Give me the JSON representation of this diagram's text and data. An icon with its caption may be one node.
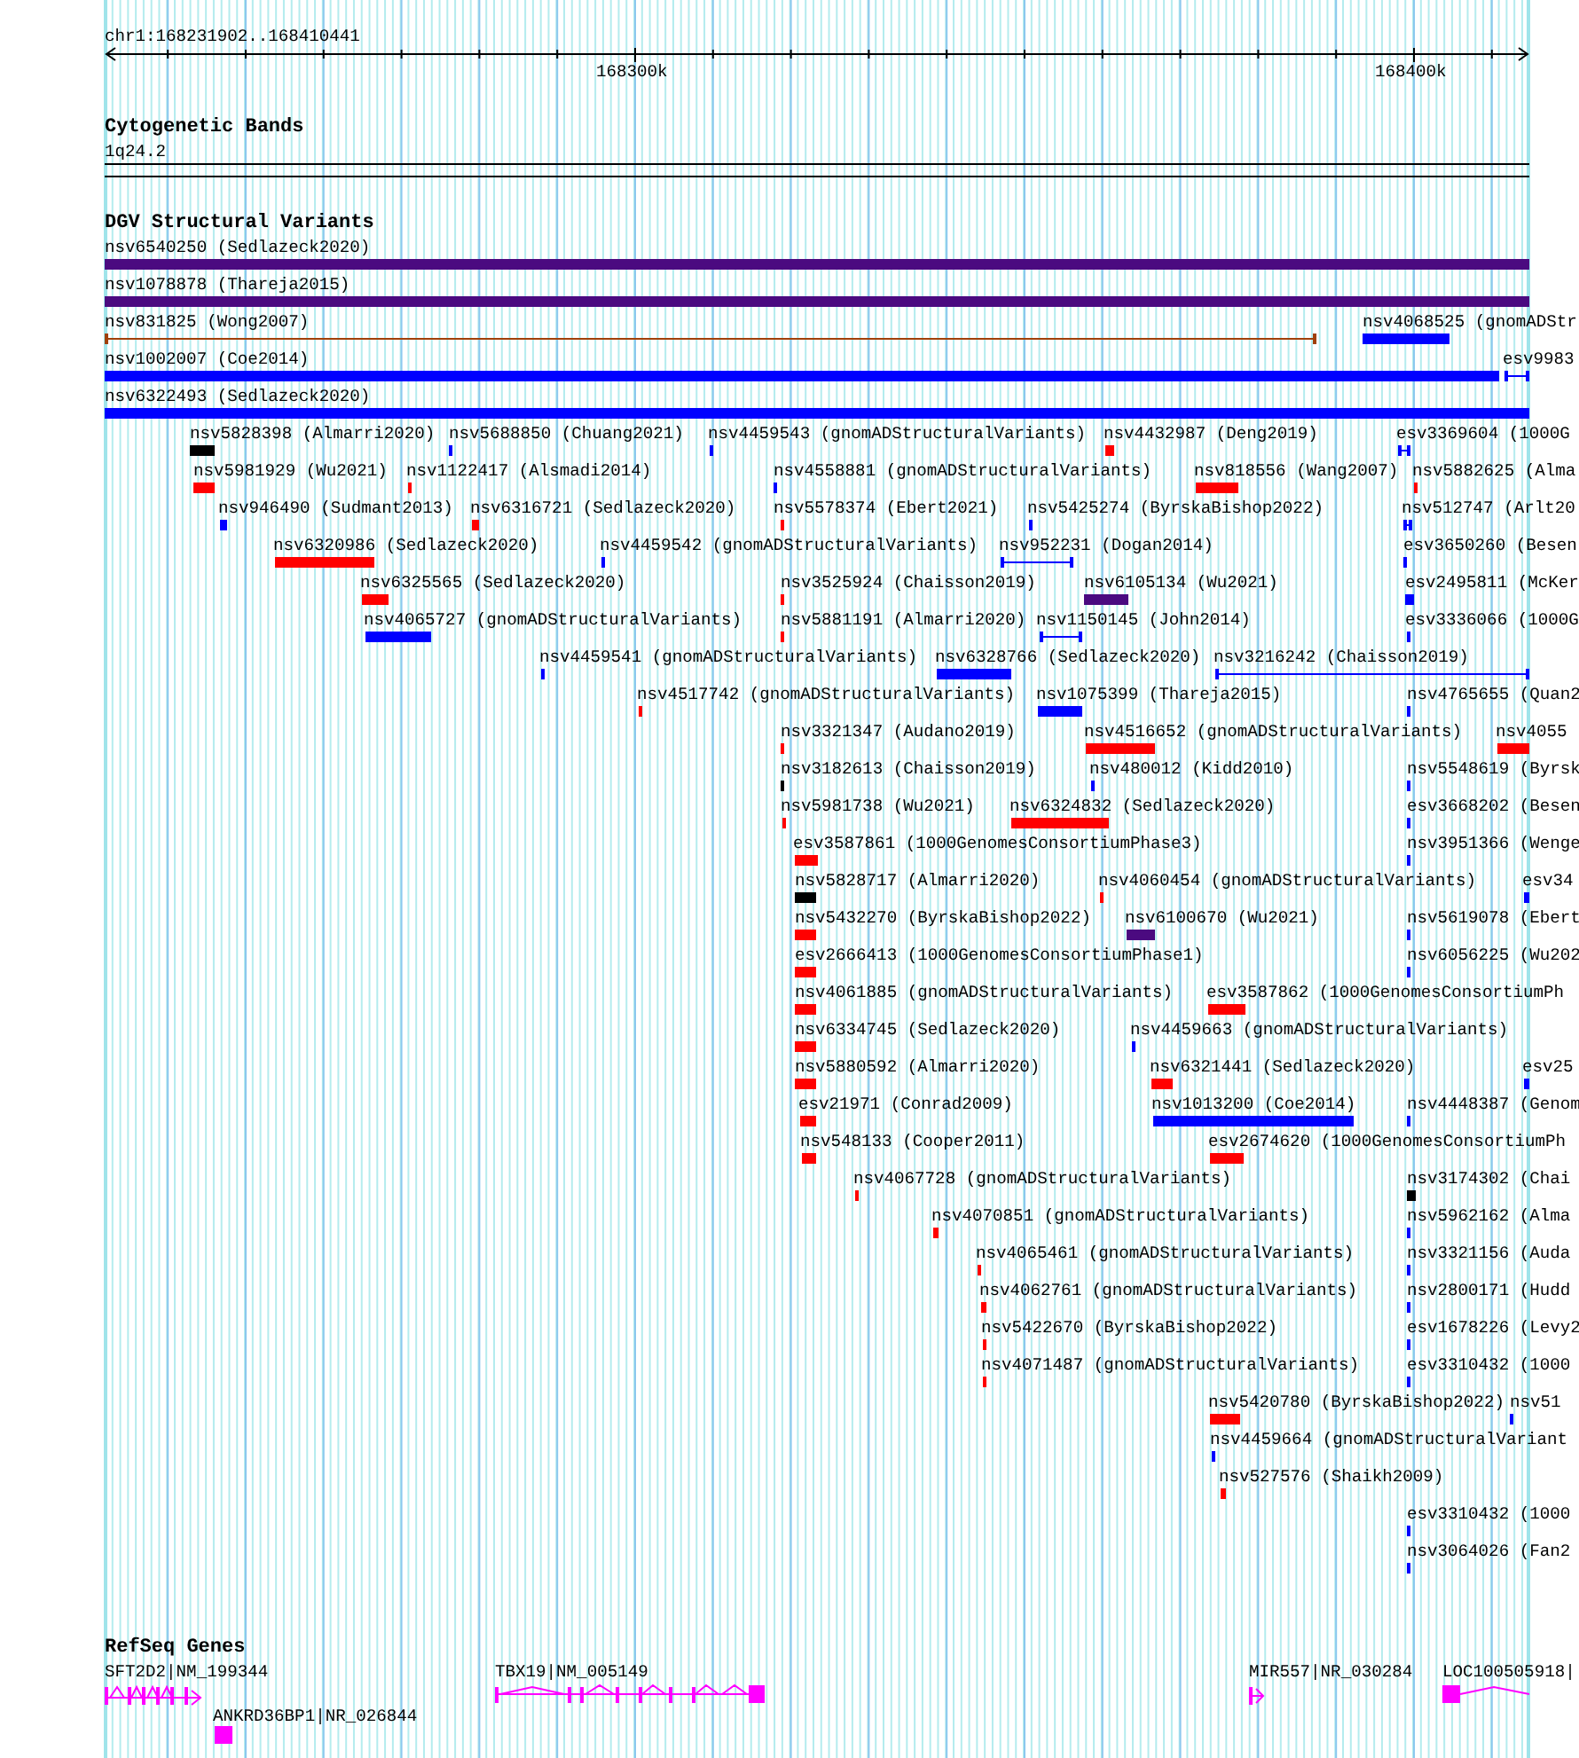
{
  "diagram": {
    "labels": [
      "chr1:168231902..168410441",
      "168300k",
      "168400k",
      "Cytogenetic Bands",
      "1q24.2",
      "DGV Structural Variants",
      "nsv6540250 (Sedlazeck2020)",
      "nsv1078878 (Thareja2015)",
      "nsv831825 (Wong2007)",
      "nsv4068525 (gnomADStr",
      "nsv1002007 (Coe2014)",
      "esv9983",
      "nsv6322493 (Sedlazeck2020)",
      "nsv5828398 (Almarri2020)",
      "nsv5688850 (Chuang2021)",
      "nsv4459543 (gnomADStructuralVariants)",
      "nsv4432987 (Deng2019)",
      "esv3369604 (1000G",
      "nsv5981929 (Wu2021)",
      "nsv1122417 (Alsmadi2014)",
      "nsv4558881 (gnomADStructuralVariants)",
      "nsv818556 (Wang2007)",
      "nsv5882625 (Alma",
      "nsv946490 (Sudmant2013)",
      "nsv6316721 (Sedlazeck2020)",
      "nsv5578374 (Ebert2021)",
      "nsv5425274 (ByrskaBishop2022)",
      "nsv512747 (Arlt20",
      "nsv6320986 (Sedlazeck2020)",
      "nsv4459542 (gnomADStructuralVariants)",
      "nsv952231 (Dogan2014)",
      "esv3650260 (Besen",
      "nsv6325565 (Sedlazeck2020)",
      "nsv3525924 (Chaisson2019)",
      "nsv6105134 (Wu2021)",
      "esv2495811 (McKer",
      "nsv4065727 (gnomADStructuralVariants)",
      "nsv5881191 (Almarri2020)",
      "nsv1150145 (John2014)",
      "esv3336066 (1000G",
      "nsv4459541 (gnomADStructuralVariants)",
      "nsv6328766 (Sedlazeck2020)",
      "nsv3216242 (Chaisson2019)",
      "nsv4517742 (gnomADStructuralVariants)",
      "nsv1075399 (Thareja2015)",
      "nsv4765655 (Quan2",
      "nsv3321347 (Audano2019)",
      "nsv4516652 (gnomADStructuralVariants)",
      "nsv4055",
      "nsv3182613 (Chaisson2019)",
      "nsv480012 (Kidd2010)",
      "nsv5548619 (Byrsk",
      "nsv5981738 (Wu2021)",
      "nsv6324832 (Sedlazeck2020)",
      "esv3668202 (Besen",
      "esv3587861 (1000GenomesConsortiumPhase3)",
      "nsv3951366 (Wenge",
      "nsv5828717 (Almarri2020)",
      "nsv4060454 (gnomADStructuralVariants)",
      "esv34",
      "nsv5432270 (ByrskaBishop2022)",
      "nsv6100670 (Wu2021)",
      "nsv5619078 (Ebert",
      "esv2666413 (1000GenomesConsortiumPhase1)",
      "nsv6056225 (Wu202",
      "nsv4061885 (gnomADStructuralVariants)",
      "esv3587862 (1000GenomesConsortiumPh",
      "nsv6334745 (Sedlazeck2020)",
      "nsv4459663 (gnomADStructuralVariants)",
      "nsv5880592 (Almarri2020)",
      "nsv6321441 (Sedlazeck2020)",
      "esv25",
      "esv21971 (Conrad2009)",
      "nsv1013200 (Coe2014)",
      "nsv4448387 (Genom",
      "nsv548133 (Cooper2011)",
      "esv2674620 (1000GenomesConsortiumPh",
      "nsv4067728 (gnomADStructuralVariants)",
      "nsv3174302 (Chai",
      "nsv4070851 (gnomADStructuralVariants)",
      "nsv5962162 (Alma",
      "nsv4065461 (gnomADStructuralVariants)",
      "nsv3321156 (Auda",
      "nsv4062761 (gnomADStructuralVariants)",
      "nsv2800171 (Hudd",
      "nsv5422670 (ByrskaBishop2022)",
      "esv1678226 (Levy2",
      "nsv4071487 (gnomADStructuralVariants)",
      "esv3310432 (1000",
      "nsv5420780 (ByrskaBishop2022)",
      "nsv51",
      "nsv4459664 (gnomADStructuralVariant",
      "nsv527576 (Shaikh2009)",
      "esv3310432 (1000",
      "nsv3064026 (Fan2",
      "RefSeq Genes",
      "SFT2D2|NM_199344",
      "TBX19|NM_005149",
      "MIR557|NR_030284",
      "LOC100505918|",
      "ANKRD36BP1|NR_026844"
    ]
  }
}
